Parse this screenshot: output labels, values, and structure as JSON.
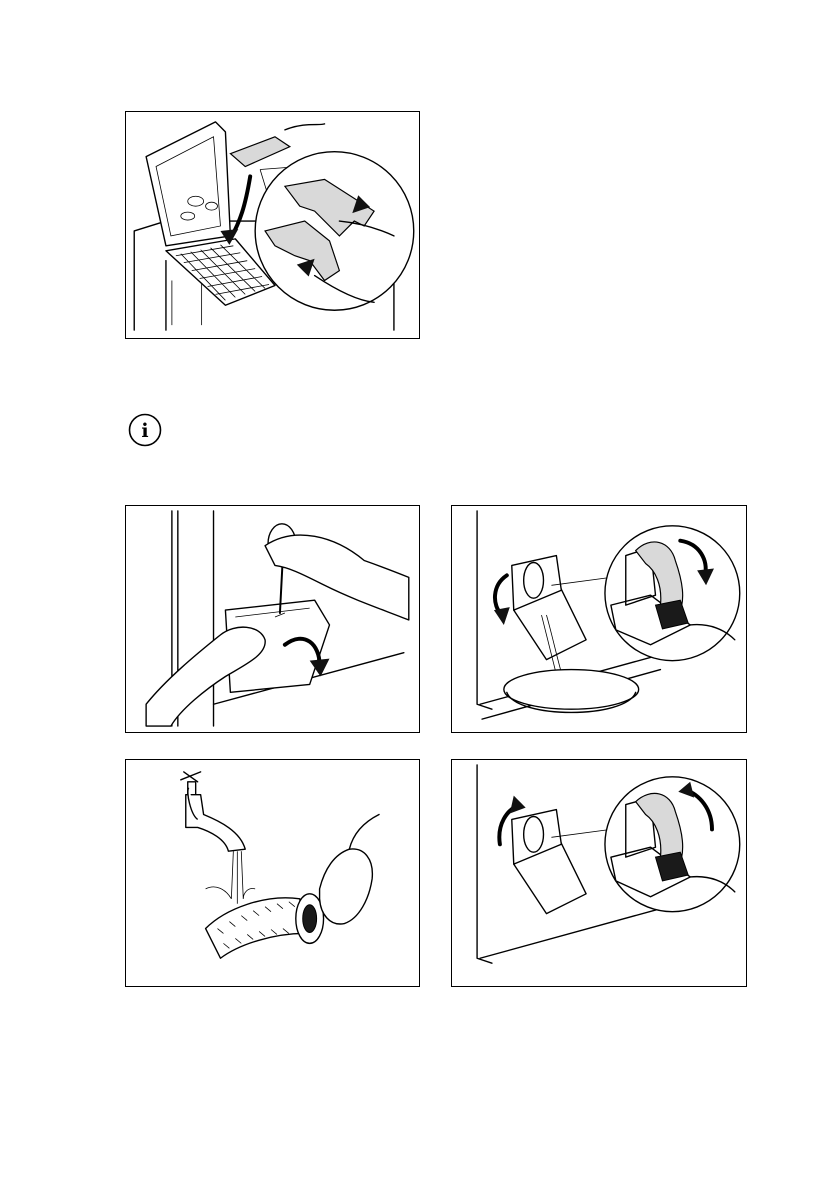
{
  "figures": [
    {
      "id": "top",
      "description_icon": "filter-tray-removal-illustration"
    },
    {
      "id": "step1",
      "description_icon": "open-filter-flap-illustration"
    },
    {
      "id": "step2",
      "description_icon": "drain-pump-filter-illustration"
    },
    {
      "id": "step3",
      "description_icon": "rinse-filter-under-tap-illustration"
    },
    {
      "id": "step4",
      "description_icon": "reinstall-pump-filter-illustration"
    }
  ],
  "info": {
    "symbol": "i"
  }
}
